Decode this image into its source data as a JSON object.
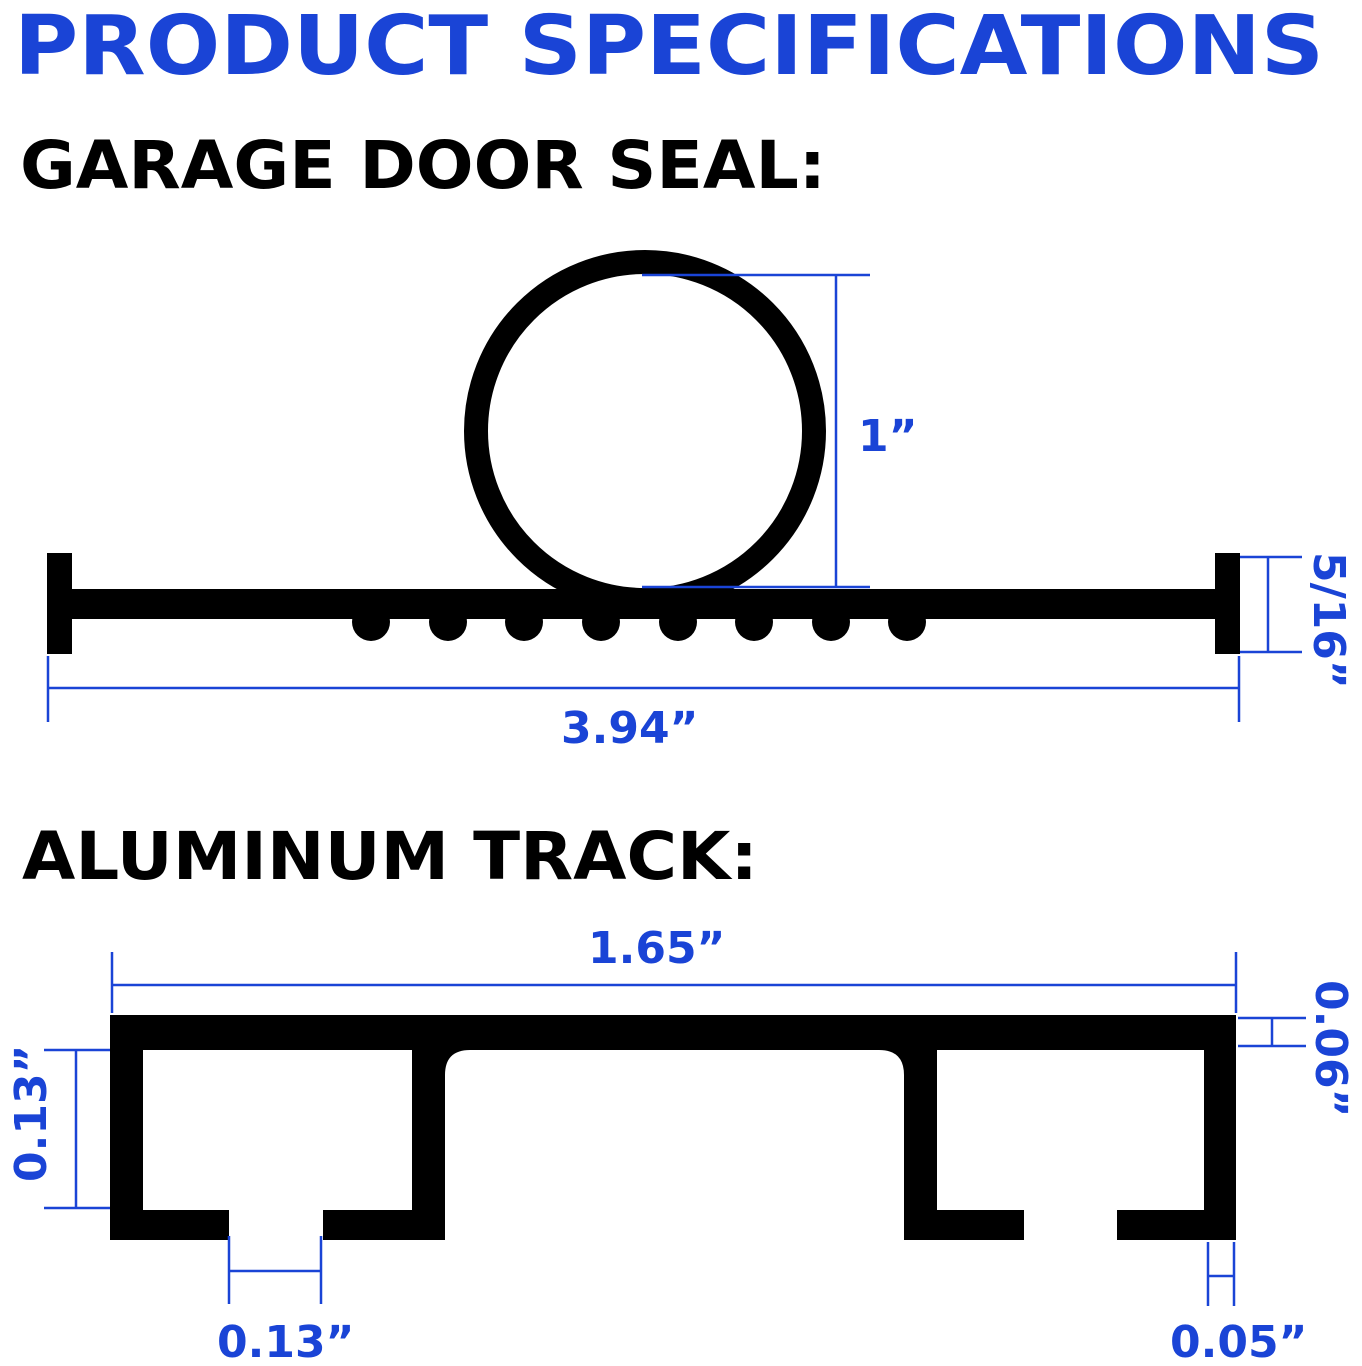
{
  "page": {
    "title": "PRODUCT SPECIFICATIONS"
  },
  "colors": {
    "title": "#1a44d6",
    "heading": "#000000",
    "dimension": "#1a44d6",
    "shape": "#000000",
    "background": "#ffffff"
  },
  "garage_door_seal": {
    "heading": "GARAGE DOOR SEAL:",
    "dimensions": {
      "bulb_diameter": "1”",
      "flange_height": "5/16”",
      "overall_width": "3.94”"
    }
  },
  "aluminum_track": {
    "heading": "ALUMINUM TRACK:",
    "dimensions": {
      "overall_width": "1.65”",
      "top_thickness": "0.06”",
      "channel_height": "0.13”",
      "slot_width": "0.13”",
      "wall_thickness": "0.05”"
    }
  }
}
